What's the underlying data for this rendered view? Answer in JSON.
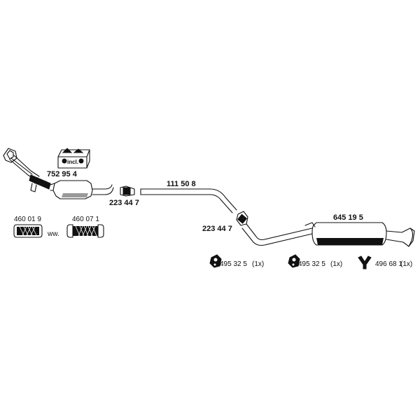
{
  "parts": {
    "catalytic_converter": "752 95 4",
    "included_kit_label": "incl.",
    "clamp_left": "223 44 7",
    "middle_pipe": "111 50 8",
    "clamp_middle": "223 44 7",
    "rear_silencer": "645 19 5",
    "flex_pipe_1": "460 01 9",
    "alternative_marker": "ww.",
    "flex_pipe_2": "460 07 1",
    "hanger_1": "495 32 5",
    "hanger_1_qty": "(1x)",
    "hanger_2": "495 32 5",
    "hanger_2_qty": "(1x)",
    "bracket": "496 68 1",
    "bracket_qty": "(1x)"
  },
  "colors": {
    "ink": "#111111",
    "paper": "#ffffff",
    "shade": "#9a9a9a"
  },
  "icons": [
    "mounting-kit-box-icon",
    "clamp-icon",
    "rubber-hanger-icon",
    "y-bracket-icon",
    "flex-pipe-icon"
  ]
}
